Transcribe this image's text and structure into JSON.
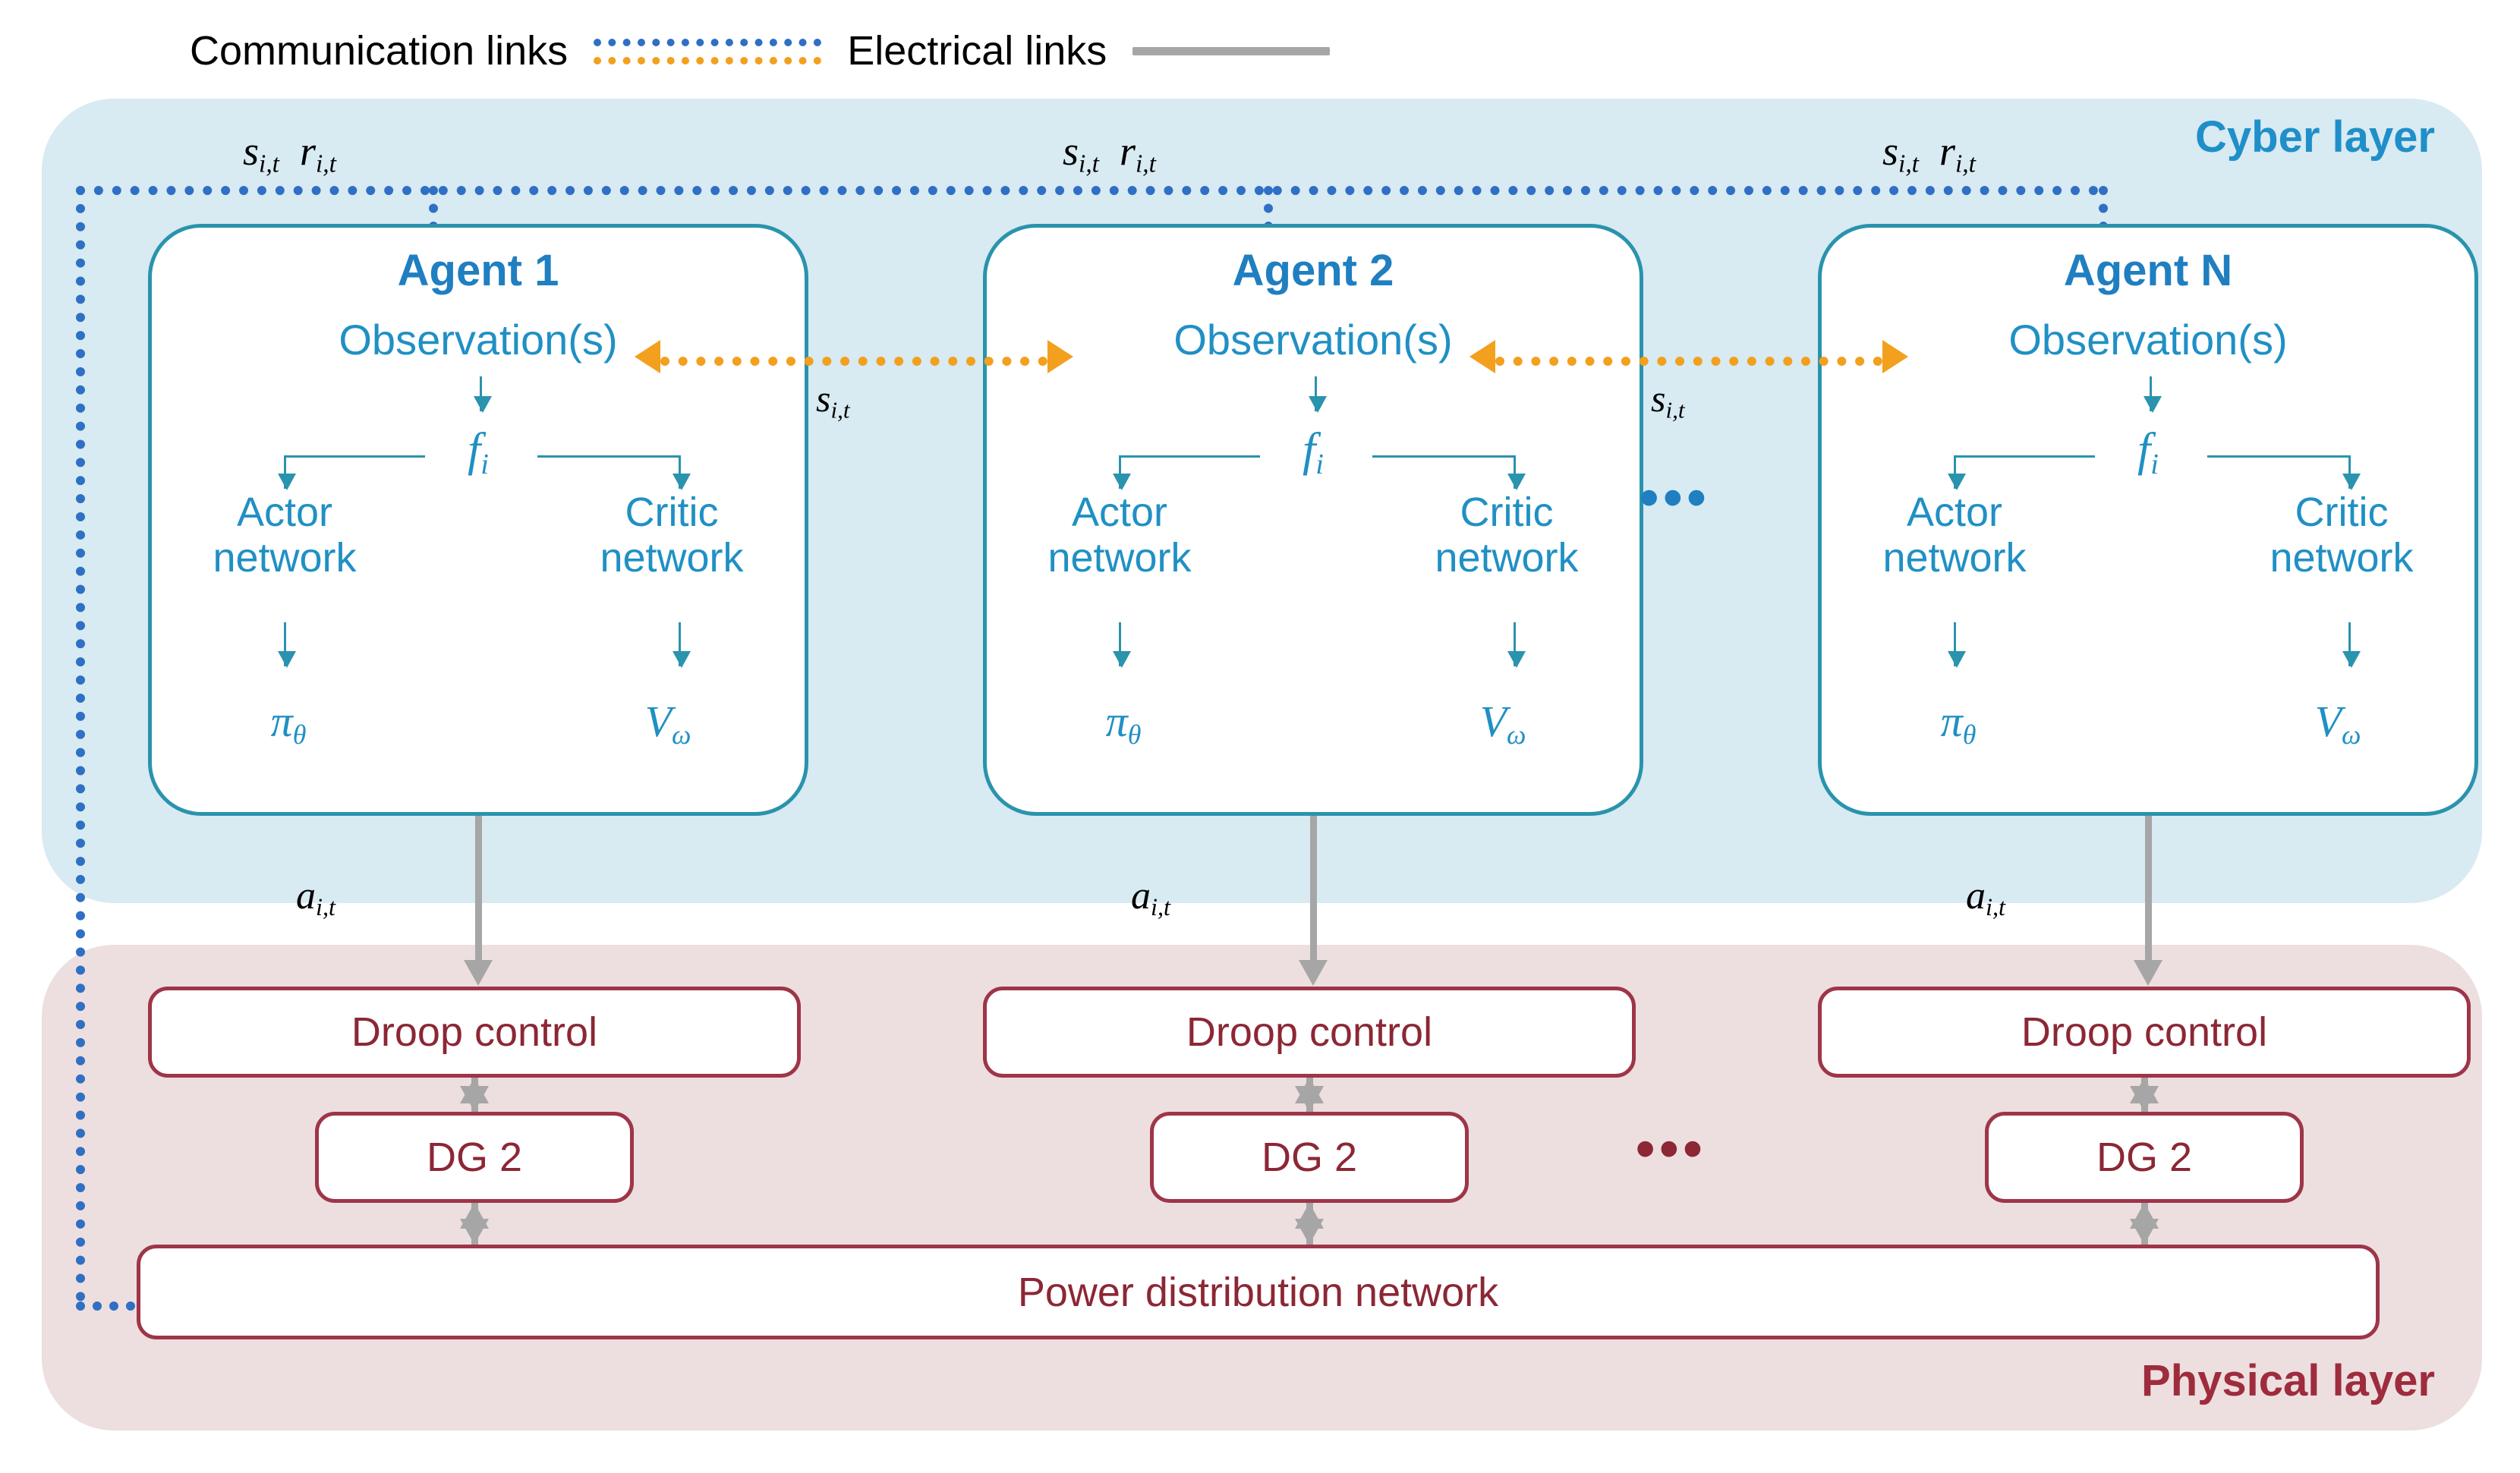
{
  "legend": {
    "communication_label": "Communication links",
    "electrical_label": "Electrical links",
    "communication_color_blue": "#2f6fc4",
    "communication_color_orange": "#f2a01d",
    "electrical_color": "#a6a6a6"
  },
  "layers": {
    "cyber": {
      "title": "Cyber layer",
      "color": "#1f8fc9",
      "background": "#d8eaf2"
    },
    "physical": {
      "title": "Physical layer",
      "color": "#9e2c3d",
      "background": "#eddfdf"
    }
  },
  "agents": [
    {
      "title": "Agent 1",
      "observation": "Observation(s)",
      "function": "f",
      "function_sub": "i",
      "actor_label": "Actor\nnetwork",
      "actor_line1": "Actor",
      "actor_line2": "network",
      "critic_line1": "Critic",
      "critic_line2": "network",
      "policy_symbol": "π",
      "policy_sub": "θ",
      "value_symbol": "V",
      "value_sub": "ω",
      "input_label_s": "s",
      "input_label_s_sub": "i,t",
      "input_label_r": "r",
      "input_label_r_sub": "i,t",
      "action_label": "a",
      "action_label_sub": "i,t"
    },
    {
      "title": "Agent 2",
      "observation": "Observation(s)",
      "function": "f",
      "function_sub": "i",
      "actor_line1": "Actor",
      "actor_line2": "network",
      "critic_line1": "Critic",
      "critic_line2": "network",
      "policy_symbol": "π",
      "policy_sub": "θ",
      "value_symbol": "V",
      "value_sub": "ω",
      "input_label_s": "s",
      "input_label_s_sub": "i,t",
      "input_label_r": "r",
      "input_label_r_sub": "i,t",
      "action_label": "a",
      "action_label_sub": "i,t"
    },
    {
      "title": "Agent N",
      "observation": "Observation(s)",
      "function": "f",
      "function_sub": "i",
      "actor_line1": "Actor",
      "actor_line2": "network",
      "critic_line1": "Critic",
      "critic_line2": "network",
      "policy_symbol": "π",
      "policy_sub": "θ",
      "value_symbol": "V",
      "value_sub": "ω",
      "input_label_s": "s",
      "input_label_s_sub": "i,t",
      "input_label_r": "r",
      "input_label_r_sub": "i,t",
      "action_label": "a",
      "action_label_sub": "i,t"
    }
  ],
  "inter_agent": {
    "state_symbol": "s",
    "state_sub": "i,t",
    "count": 2
  },
  "ellipsis": {
    "cyber": "•••",
    "physical": "•••"
  },
  "physical_blocks": {
    "droop_label": "Droop control",
    "dg_label": "DG 2",
    "pdn_label": "Power distribution network"
  }
}
